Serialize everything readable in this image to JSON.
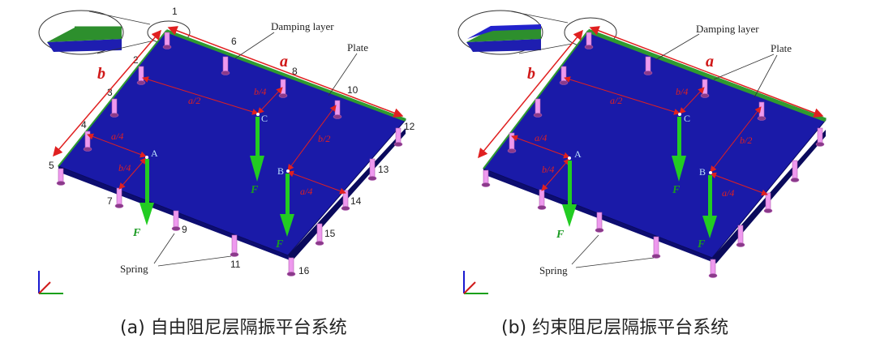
{
  "colors": {
    "plate": "#1a1aa8",
    "edge": "#2a8a2a",
    "spring": "#ee99ee",
    "dim": "#e02020",
    "force": "#22cc22"
  },
  "panel_a": {
    "caption": "(a) 自由阻尼层隔振平台系统",
    "damping_label": "Damping layer",
    "plate_label": "Plate",
    "spring_label": "Spring",
    "dim_a": "a",
    "dim_b": "b",
    "numbers": [
      "1",
      "2",
      "3",
      "4",
      "5",
      "6",
      "7",
      "8",
      "9",
      "10",
      "11",
      "12",
      "13",
      "14",
      "15",
      "16"
    ],
    "frac_a2": "a/2",
    "frac_b4_c": "b/4",
    "frac_a4_a": "a/4",
    "frac_b4_a": "b/4",
    "frac_b2": "b/2",
    "frac_a4_b": "a/4",
    "point_a": "A",
    "point_b": "B",
    "point_c": "C",
    "force": "F"
  },
  "panel_b": {
    "caption": "(b) 约束阻尼层隔振平台系统",
    "damping_label": "Damping layer",
    "plate_label": "Plate",
    "spring_label": "Spring",
    "dim_a": "a",
    "dim_b": "b",
    "frac_a2": "a/2",
    "frac_b4_c": "b/4",
    "frac_a4_a": "a/4",
    "frac_b4_a": "b/4",
    "frac_b2": "b/2",
    "frac_a4_b": "a/4",
    "point_a": "A",
    "point_b": "B",
    "point_c": "C",
    "force": "F"
  }
}
